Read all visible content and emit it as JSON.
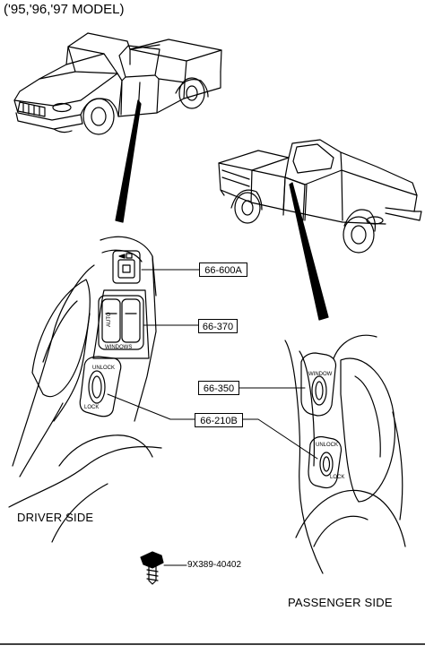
{
  "header": {
    "model_years": "('95,'96,'97 MODEL)"
  },
  "labels": {
    "driver_side": "DRIVER SIDE",
    "passenger_side": "PASSENGER SIDE"
  },
  "callouts": {
    "mirror_switch": "66-600A",
    "window_master_switch": "66-370",
    "passenger_window_switch": "66-350",
    "door_lock_switch": "66-210B"
  },
  "fastener": {
    "part_number": "9X389-40402"
  },
  "switch_text": {
    "auto": "AUTO",
    "windows": "WINDOWS",
    "unlock": "UNLOCK",
    "lock": "LOCK",
    "window": "WINDOW"
  },
  "colors": {
    "ink": "#000000",
    "paper": "#ffffff"
  }
}
